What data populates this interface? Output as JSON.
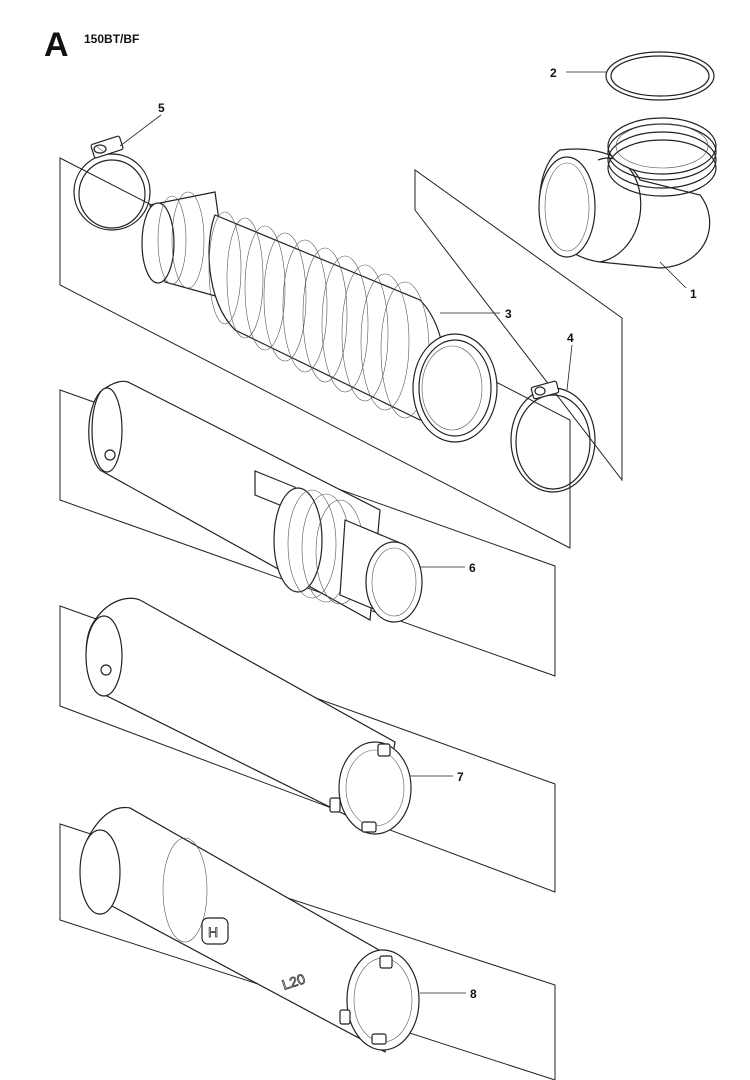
{
  "header": {
    "section": "A",
    "model": "150BT/BF"
  },
  "callouts": [
    "1",
    "2",
    "3",
    "4",
    "5",
    "6",
    "7",
    "8"
  ],
  "markings": {
    "tube_label": "L20",
    "logo": "H"
  },
  "colors": {
    "line": "#222222",
    "background": "#ffffff"
  },
  "icons": [
    "blower-elbow",
    "gasket-ring",
    "hose-clamp",
    "flex-hose",
    "blower-tube",
    "nozzle"
  ]
}
